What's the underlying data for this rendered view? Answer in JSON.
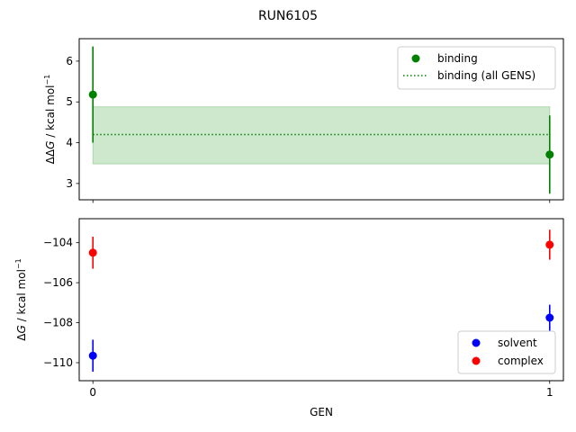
{
  "figure": {
    "title": "RUN6105",
    "xlabel": "GEN"
  },
  "colors": {
    "binding": "#008000",
    "band": "#2ca02c",
    "solvent": "#0000ff",
    "complex": "#ff0000"
  },
  "chart_data": [
    {
      "type": "scatter",
      "ylabel_main": "ΔΔ",
      "ylabel_italic": "G",
      "ylabel_units": " / kcal mol",
      "ylabel_sup": "−1",
      "xlim": [
        -0.03,
        1.03
      ],
      "ylim": [
        2.6,
        6.55
      ],
      "yticks": [
        3,
        4,
        5,
        6
      ],
      "ytick_labels": [
        "3",
        "4",
        "5",
        "6"
      ],
      "series": [
        {
          "name": "binding",
          "x": [
            0,
            1
          ],
          "y": [
            5.18,
            3.71
          ],
          "yerr": [
            1.18,
            0.96
          ]
        }
      ],
      "band": {
        "name": "binding (all GENS)",
        "x": [
          0,
          1
        ],
        "mean": 4.2,
        "low": 3.48,
        "high": 4.88
      },
      "legend": {
        "position": "upper right",
        "entries": [
          "binding",
          "binding (all GENS)"
        ]
      },
      "grid": false
    },
    {
      "type": "scatter",
      "ylabel_main": "Δ",
      "ylabel_italic": "G",
      "ylabel_units": " / kcal mol",
      "ylabel_sup": "−1",
      "xlim": [
        -0.03,
        1.03
      ],
      "ylim": [
        -110.9,
        -102.8
      ],
      "yticks": [
        -110,
        -108,
        -106,
        -104
      ],
      "ytick_labels": [
        "−110",
        "−108",
        "−106",
        "−104"
      ],
      "xticks": [
        0,
        1
      ],
      "xtick_labels": [
        "0",
        "1"
      ],
      "series": [
        {
          "name": "solvent",
          "x": [
            0,
            1
          ],
          "y": [
            -109.65,
            -107.75
          ],
          "yerr": [
            0.8,
            0.65
          ]
        },
        {
          "name": "complex",
          "x": [
            0,
            1
          ],
          "y": [
            -104.5,
            -104.1
          ],
          "yerr": [
            0.8,
            0.75
          ]
        }
      ],
      "legend": {
        "position": "lower right",
        "entries": [
          "solvent",
          "complex"
        ]
      },
      "grid": false
    }
  ]
}
